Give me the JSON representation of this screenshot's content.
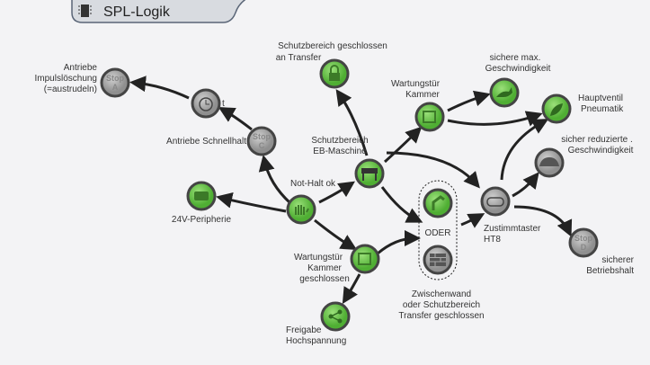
{
  "header": {
    "title": "SPL-Logik",
    "icon": "chip-icon"
  },
  "colors": {
    "green": "#6cc94c",
    "gray": "#a6a6a6",
    "edge": "#222222"
  },
  "nodes": {
    "stop_a": {
      "badge": [
        "Stop",
        "A"
      ],
      "label": [
        "Antriebe",
        "Impulslöschung",
        "(=austrudeln)"
      ]
    },
    "timer": {
      "label": "t"
    },
    "stop_c": {
      "badge": [
        "Stop",
        "C"
      ],
      "label": "Antriebe Schnellhalt"
    },
    "not_halt": {
      "label": "Not-Halt ok"
    },
    "periphery": {
      "label": "24V-Peripherie"
    },
    "schutz_transfer": {
      "label": [
        "Schutzbereich geschlossen",
        "an Transfer"
      ]
    },
    "eb_maschine": {
      "label": [
        "Schutzbereich",
        "EB-Maschine"
      ]
    },
    "wartung_kammer": {
      "label": [
        "Wartungstür",
        "Kammer"
      ]
    },
    "max_speed": {
      "label": [
        "sichere max.",
        "Geschwindigkeit"
      ]
    },
    "hauptventil": {
      "label": [
        "Hauptventil",
        "Pneumatik"
      ]
    },
    "reduced_speed": {
      "label": [
        "sicher reduzierte .",
        "Geschwindigkeit"
      ]
    },
    "zustimm": {
      "label": [
        "Zustimmtaster",
        "HT8"
      ]
    },
    "oder": {
      "label": "ODER"
    },
    "zwischenwand": {
      "label": [
        "Zwischenwand",
        "oder Schutzbereich",
        "Transfer geschlossen"
      ]
    },
    "stop_d": {
      "badge": [
        "Stop",
        "D"
      ],
      "label": [
        "sicherer",
        "Betriebshalt"
      ]
    },
    "wartung_geschl": {
      "label": [
        "Wartungstür",
        "Kammer",
        "geschlossen"
      ]
    },
    "freigabe": {
      "label": [
        "Freigabe",
        "Hochspannung"
      ]
    }
  }
}
